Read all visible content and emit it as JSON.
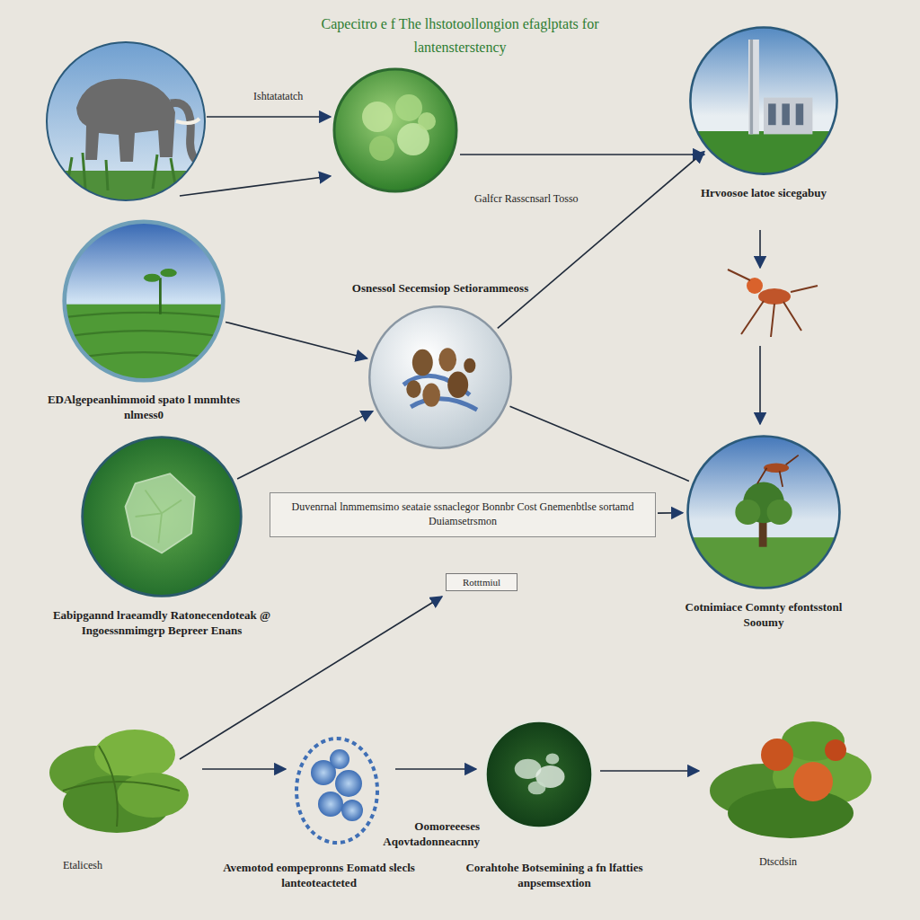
{
  "diagram": {
    "title": "Capecitro e f The lhstotoollongion efaglptats for lantensterstency",
    "nodes": [
      {
        "text": [
          "Hrvoosoe latoe sicegabuy"
        ]
      },
      {
        "text": [
          "EDAlgepeanhimmoid spato l mnmhtes nlmess0"
        ]
      },
      {
        "text": [
          "Osnessol Secemsiop Setiorammeoss"
        ]
      },
      {
        "text": [
          "Duvenrnal lnmmemsimo seataie ssnaclegor Bonnbr Cost Gnemenbtlse sortamd Duiamsetrsmon"
        ]
      },
      {
        "text": [
          "Eabipgannd lraeamdly Ratonecendoteak @ Ingoessnmimgrp Bepreer Enans"
        ]
      },
      {
        "text": [
          "Cotnimiace Comnty efontsstonl Sooumy"
        ]
      },
      {
        "text": [
          "Oomoreeeses Aqovtadonneacnny"
        ]
      }
    ],
    "edges": [
      {
        "from": 1,
        "to": 2,
        "arrow": "to"
      },
      {
        "from": 2,
        "to": 0,
        "arrow": "to"
      },
      {
        "from": 4,
        "to": 2,
        "arrow": "to"
      },
      {
        "from": 2,
        "to": 5,
        "arrow": "none"
      },
      {
        "from": 3,
        "to": 5,
        "arrow": "to"
      }
    ],
    "labels": [
      "Ishtatatatch",
      "Galfcr Rasscnsarl Tosso",
      "Rotttmiul",
      "Etalicesh",
      "Avemotod eompepronns Eomatd slecls lanteoteacteted",
      "Corahtohe Botsemining a fn lfatties anpsemsextion",
      "Dtscdsin"
    ]
  }
}
